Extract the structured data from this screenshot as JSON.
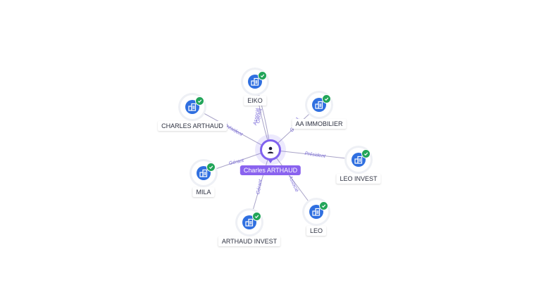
{
  "center": {
    "name": "Charles ARTHAUD"
  },
  "colors": {
    "person": "#7f61ee",
    "company": "#2f6fe0",
    "verified": "#22a559",
    "edge_label": "#7b6cd9"
  },
  "nodes": [
    {
      "key": "eiko",
      "name": "EIKO",
      "icon": "building-icon",
      "verified": true,
      "relations": [
        "Gérant",
        "Associé"
      ]
    },
    {
      "key": "charles-arthaud",
      "name": "CHARLES ARTHAUD",
      "icon": "building-icon",
      "verified": true,
      "relations": [
        "Président"
      ]
    },
    {
      "key": "aa-immobilier",
      "name": "AA IMMOBILIER",
      "icon": "building-icon",
      "verified": true,
      "relations": [
        "Gérant"
      ]
    },
    {
      "key": "leo-invest",
      "name": "LEO INVEST",
      "icon": "building-icon",
      "verified": true,
      "relations": [
        "Président"
      ]
    },
    {
      "key": "mila",
      "name": "MILA",
      "icon": "building-icon",
      "verified": true,
      "relations": [
        "Gérant"
      ]
    },
    {
      "key": "arthaud-invest",
      "name": "ARTHAUD INVEST",
      "icon": "building-icon",
      "verified": true,
      "relations": [
        "Gérant"
      ]
    },
    {
      "key": "leo",
      "name": "LEO",
      "icon": "building-icon",
      "verified": true,
      "relations": [
        "Associé"
      ]
    }
  ]
}
